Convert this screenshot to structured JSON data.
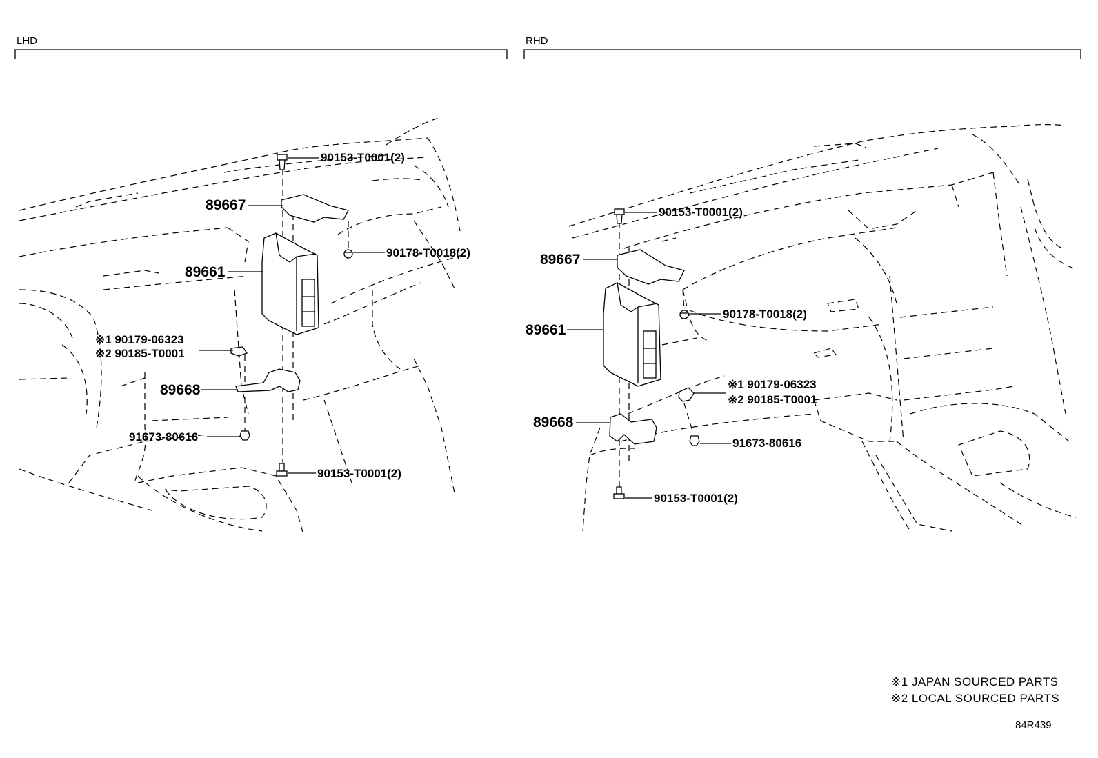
{
  "sections": {
    "lhd": "LHD",
    "rhd": "RHD"
  },
  "lhd_labels": {
    "bolt_top": "90153-T0001(2)",
    "bracket_upper": "89667",
    "nut": "90178-T0018(2)",
    "ecu": "89661",
    "clip_note1": "※1 90179-06323",
    "clip_note2": "※2 90185-T0001",
    "bracket_lower": "89668",
    "bolt_small": "91673-80616",
    "bolt_bottom": "90153-T0001(2)"
  },
  "rhd_labels": {
    "bolt_top": "90153-T0001(2)",
    "bracket_upper": "89667",
    "nut": "90178-T0018(2)",
    "ecu": "89661",
    "clip_note1": "※1 90179-06323",
    "clip_note2": "※2 90185-T0001",
    "bracket_lower": "89668",
    "bolt_small": "91673-80616",
    "bolt_bottom": "90153-T0001(2)"
  },
  "legend": {
    "note1": "※1 JAPAN SOURCED PARTS",
    "note2": "※2 LOCAL SOURCED PARTS"
  },
  "diagram_code": "84R439"
}
